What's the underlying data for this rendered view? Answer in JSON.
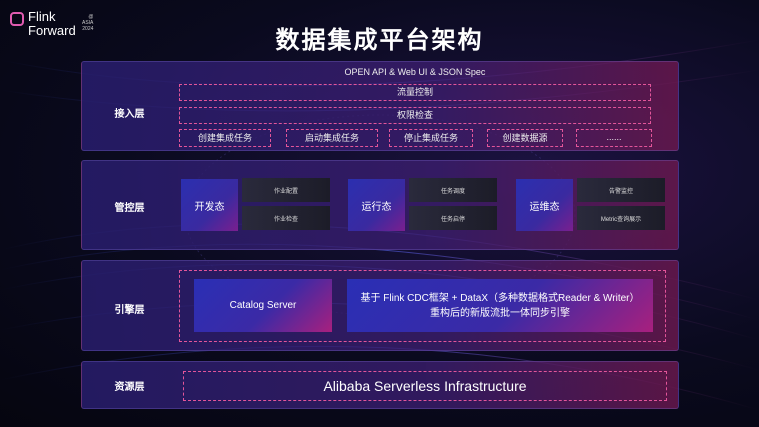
{
  "logo": {
    "line1": "Flink",
    "line2": "Forward",
    "badge1": "@ ASIA",
    "badge2": "2024"
  },
  "title": "数据集成平台架构",
  "access_layer": {
    "label": "接入层",
    "spec": "OPEN API & Web UI & JSON Spec",
    "flow_control": "流量控制",
    "permission_check": "权限检查",
    "tasks": [
      "创建集成任务",
      "启动集成任务",
      "停止集成任务",
      "创建数据源",
      "......"
    ]
  },
  "control_layer": {
    "label": "管控层",
    "groups": [
      {
        "state": "开发态",
        "items": [
          "作业配置",
          "作业检查"
        ]
      },
      {
        "state": "运行态",
        "items": [
          "任务调度",
          "任务启停"
        ]
      },
      {
        "state": "运维态",
        "items": [
          "告警监控",
          "Metric查询展示"
        ]
      }
    ]
  },
  "engine_layer": {
    "label": "引擎层",
    "catalog": "Catalog Server",
    "engine_line1": "基于 Flink CDC框架 + DataX（多种数据格式Reader & Writer）",
    "engine_line2": "重构后的新版流批一体同步引擎"
  },
  "resource_layer": {
    "label": "资源层",
    "infra": "Alibaba Serverless Infrastructure"
  },
  "colors": {
    "dashed_border": "#e3559a",
    "title": "#ffffff"
  }
}
